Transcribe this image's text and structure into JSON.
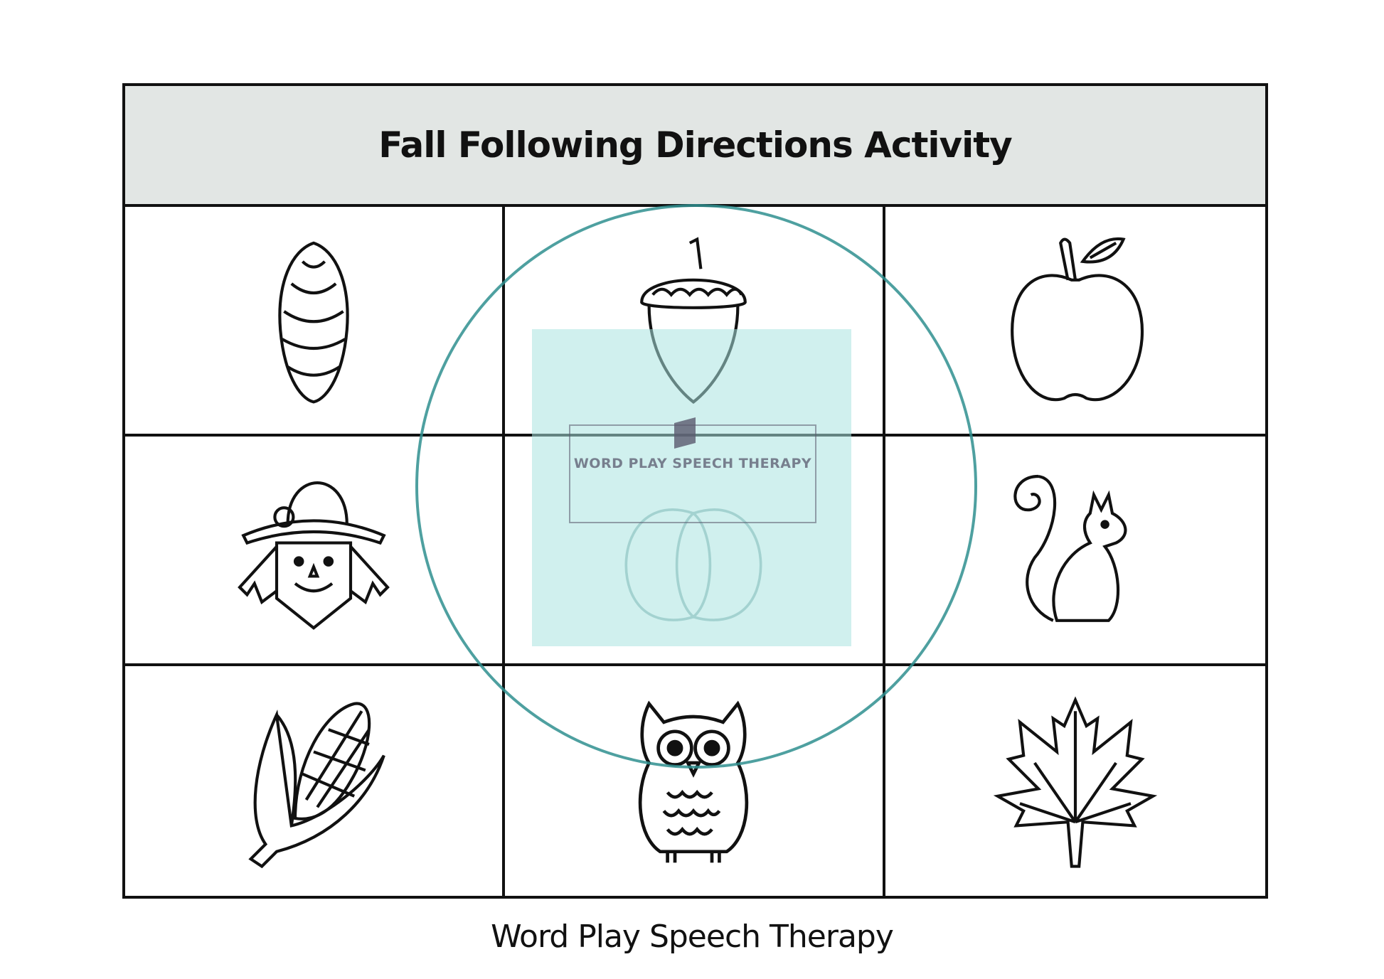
{
  "title": "Fall Following Directions Activity",
  "cells": [
    {
      "icon": "pinecone-icon"
    },
    {
      "icon": "acorn-icon"
    },
    {
      "icon": "apple-icon"
    },
    {
      "icon": "scarecrow-icon"
    },
    {
      "icon": "pumpkin-icon"
    },
    {
      "icon": "squirrel-icon"
    },
    {
      "icon": "corn-icon"
    },
    {
      "icon": "owl-icon"
    },
    {
      "icon": "maple-leaf-icon"
    }
  ],
  "watermark": {
    "text": "WORD PLAY SPEECH THERAPY",
    "color": "#aae4e0"
  },
  "footer": "Word Play Speech Therapy",
  "colors": {
    "header_bg": "#e2e6e4",
    "ring": "#2f8f8f"
  }
}
